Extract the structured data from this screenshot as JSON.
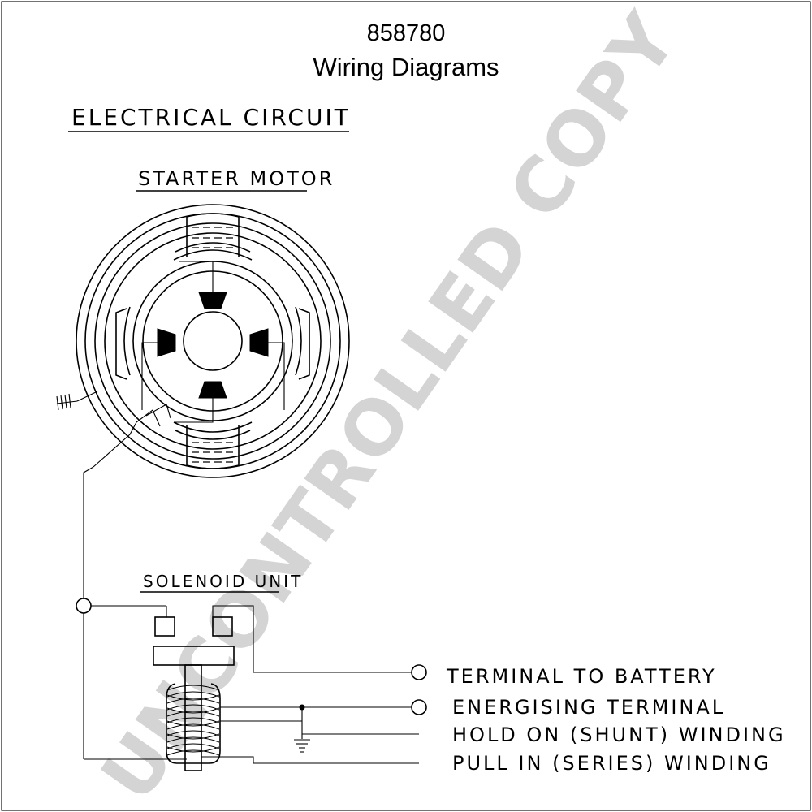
{
  "header": {
    "part_number": "858780",
    "subtitle": "Wiring Diagrams"
  },
  "section_title": "ELECTRICAL CIRCUIT",
  "components": {
    "starter_motor": "STARTER MOTOR",
    "solenoid_unit": "SOLENOID UNIT"
  },
  "terminals": [
    {
      "label": "TERMINAL TO BATTERY"
    },
    {
      "label": "ENERGISING TERMINAL"
    },
    {
      "label": "HOLD ON (SHUNT) WINDING"
    },
    {
      "label": "PULL IN (SERIES) WINDING"
    }
  ],
  "watermark": "UNCONTROLLED COPY"
}
